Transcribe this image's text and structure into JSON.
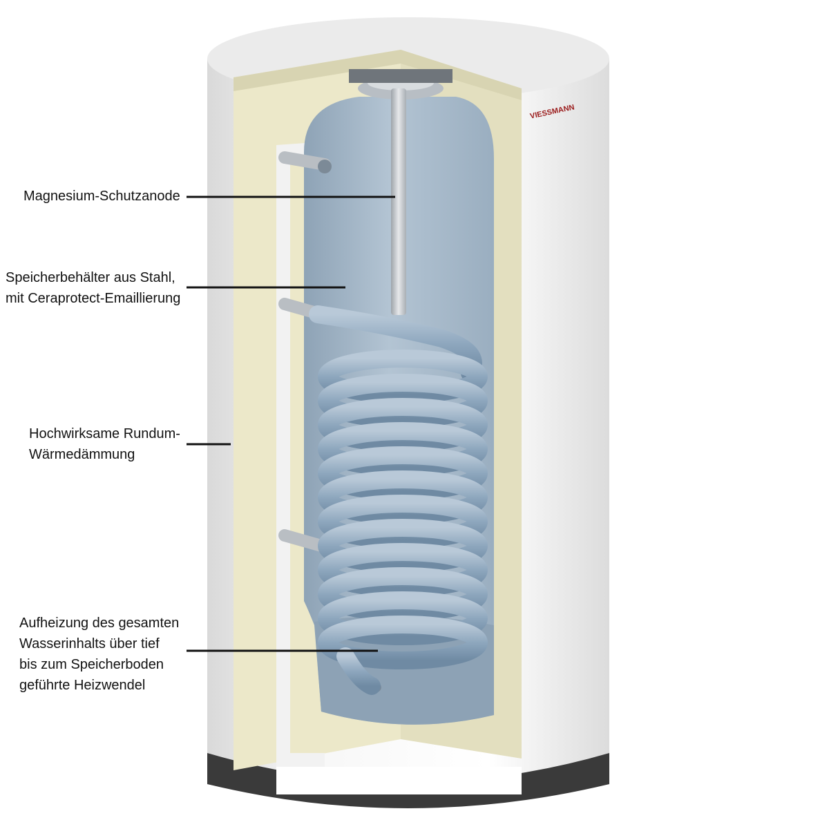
{
  "brand": {
    "logo_text": "VIESSMANN"
  },
  "labels": {
    "anode": {
      "lines": [
        "Magnesium-Schutzanode"
      ]
    },
    "tank": {
      "lines": [
        "Speicherbehälter aus Stahl,",
        "mit Ceraprotect-Emaillierung"
      ]
    },
    "insulation": {
      "lines": [
        "Hochwirksame Rundum-",
        "Wärmedämmung"
      ]
    },
    "coil": {
      "lines": [
        "Aufheizung des gesamten",
        "Wasserinhalts über tief",
        "bis zum Speicherboden",
        "geführte Heizwendel"
      ]
    }
  },
  "colors": {
    "shell": "#f4f4f4",
    "insulation": "#ece8c9",
    "tank": "#a9bccd",
    "coil": "#8fa7bd",
    "anode": "#c9cdd1",
    "base": "#3a3a3a",
    "brand": "#9a1b1b"
  }
}
